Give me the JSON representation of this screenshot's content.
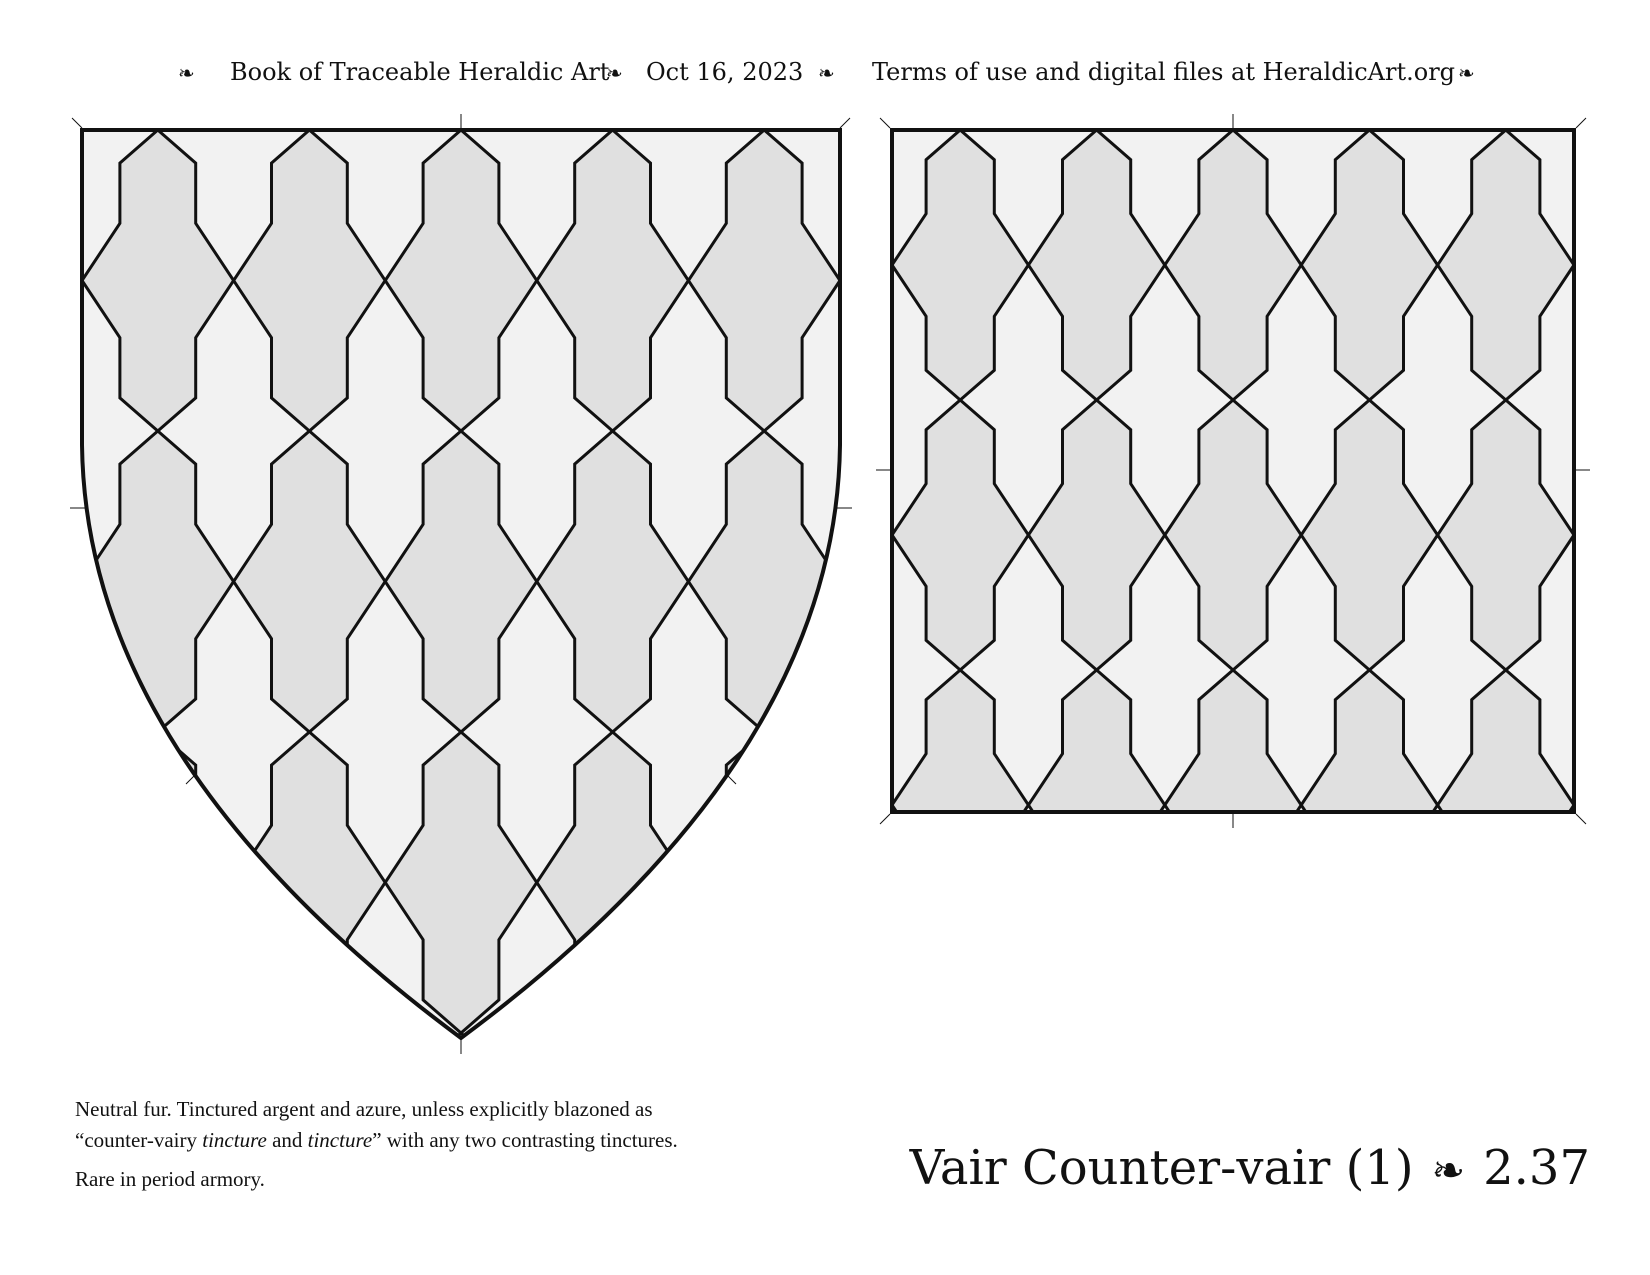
{
  "header": {
    "book": "Book of Traceable Heraldic Art",
    "date": "Oct 16, 2023",
    "terms": "Terms of use and digital files at HeraldicArt.org",
    "ornament": "❧"
  },
  "description": {
    "line1": "Neutral fur. Tinctured argent and azure, unless explicitly blazoned as",
    "line2_prefix": "“counter-vairy ",
    "line2_em1": "tincture",
    "line2_mid": " and ",
    "line2_em2": "tincture",
    "line2_suffix": "” with any two contrasting tinctures.",
    "line3": "Rare in period armory."
  },
  "title": {
    "name": "Vair Counter-vair (1)",
    "ornament": "❧",
    "number": "2.37"
  },
  "colors": {
    "field": "#f2f2f2",
    "bell": "#e0e0e0",
    "line": "#111111"
  }
}
